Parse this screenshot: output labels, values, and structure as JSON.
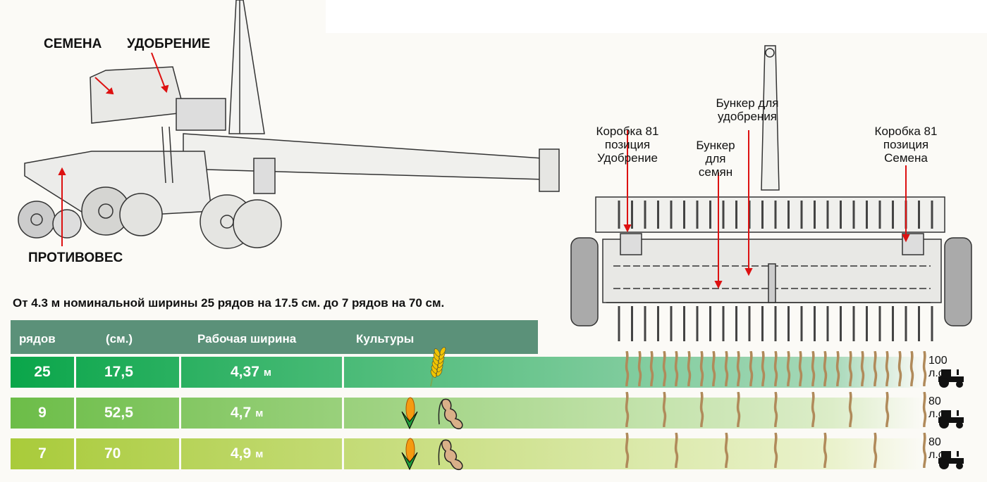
{
  "side_view": {
    "label_seeds": "СЕМЕНА",
    "label_fertilizer": "УДОБРЕНИЕ",
    "label_counterweight": "ПРОТИВОВЕС"
  },
  "top_view": {
    "gearbox_fert": [
      "Коробка 81",
      "позиция",
      "Удобрение"
    ],
    "seed_hopper": [
      "Бункер",
      "для",
      "семян"
    ],
    "fert_hopper": [
      "Бункер для",
      "удобрения"
    ],
    "gearbox_seed": [
      "Коробка 81",
      "позиция",
      "Семена"
    ]
  },
  "caption": "От 4.3 м номинальной ширины 25 рядов на 17.5 см. до 7 рядов на 70 см.",
  "table": {
    "headers": [
      "рядов",
      "(см.)",
      "Рабочая ширина",
      "Культуры"
    ],
    "rows": [
      {
        "rows": "25",
        "spacing": "17,5",
        "width": "4,37",
        "unit": "м",
        "crops": [
          "wheat-icon"
        ],
        "power": "100 л.с.",
        "stalks": 25
      },
      {
        "rows": "9",
        "spacing": "52,5",
        "width": "4,7",
        "unit": "м",
        "crops": [
          "corn-icon",
          "bean-icon"
        ],
        "power": "80 л.с.",
        "stalks": 9
      },
      {
        "rows": "7",
        "spacing": "70",
        "width": "4,9",
        "unit": "м",
        "crops": [
          "corn-icon",
          "bean-icon"
        ],
        "power": "80 л.с.",
        "stalks": 7
      }
    ]
  },
  "colors": {
    "header": "#5b9179",
    "row1": [
      "#0aa64a",
      "#a6d8b8"
    ],
    "row2": [
      "#6cbd48",
      "#dcedc8"
    ],
    "row3": [
      "#a9cb3a",
      "#eaf2cc"
    ]
  }
}
